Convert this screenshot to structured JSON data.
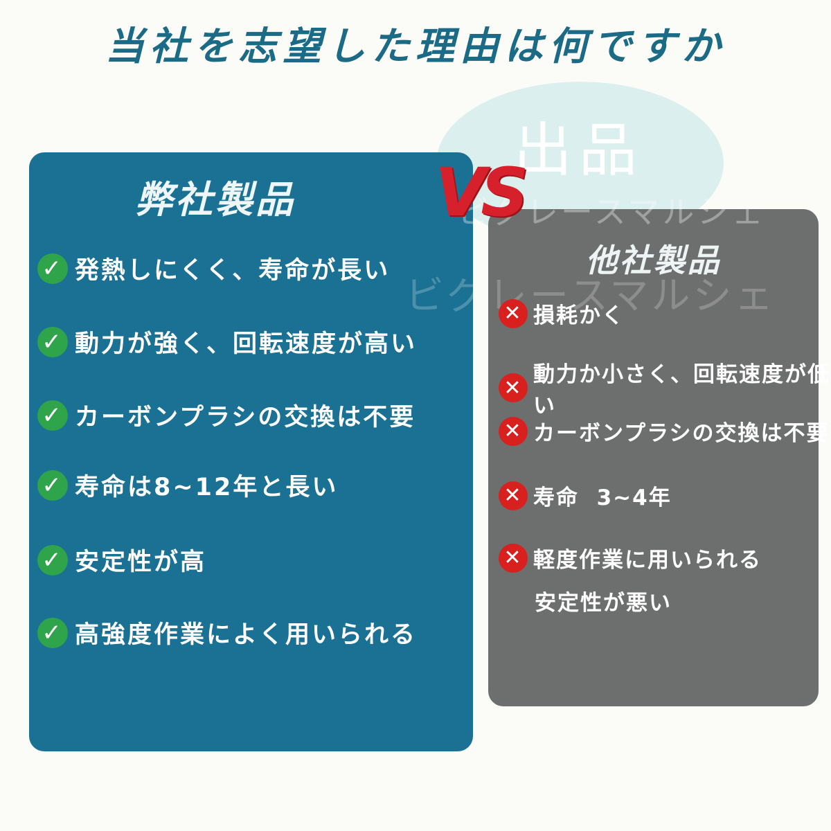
{
  "title": "当社を志望した理由は何ですか",
  "watermark": {
    "main": "出品",
    "sub": "ビグレースマルシェ"
  },
  "vs_label": "VS",
  "our_product": {
    "heading": "弊社製品",
    "icon": "check-icon",
    "items": [
      "発熱しにくく、寿命が長い",
      "動力が強く、回転速度が高い",
      "カーボンプラシの交換は不要",
      "寿命は8~12年と長い",
      "安定性が高",
      "高強度作業によく用いられる"
    ]
  },
  "other_product": {
    "heading": "他社製品",
    "icon": "cross-icon",
    "items": [
      "損耗かく",
      "動力か小さく、回転速度が低い",
      "カーボンプラシの交換は不要",
      "寿命  3~4年",
      "軽度作業に用いられる"
    ],
    "continuation": "安定性が悪い"
  },
  "colors": {
    "title": "#1b6b86",
    "left_panel": "#1a7193",
    "right_panel": "#6d6e6e",
    "vs": "#d6202b",
    "check": "#2fa44a",
    "cross": "#d8201f"
  }
}
